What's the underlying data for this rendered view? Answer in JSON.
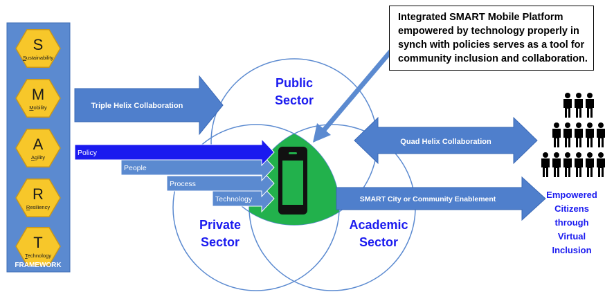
{
  "framework": {
    "items": [
      {
        "letter": "S",
        "word": "Sustainability"
      },
      {
        "letter": "M",
        "word": "Mobility"
      },
      {
        "letter": "A",
        "word": "Agility"
      },
      {
        "letter": "R",
        "word": "Resiliency"
      },
      {
        "letter": "T",
        "word": "Technology"
      }
    ],
    "label": "FRAMEWORK"
  },
  "arrows": {
    "triple_helix": "Triple Helix Collaboration",
    "quad_helix": "Quad Helix Collaboration",
    "smart_city": "SMART City or Community Enablement"
  },
  "inputs": [
    "Policy",
    "People",
    "Process",
    "Technology"
  ],
  "sectors": {
    "public": [
      "Public",
      "Sector"
    ],
    "private": [
      "Private",
      "Sector"
    ],
    "academic": [
      "Academic",
      "Sector"
    ]
  },
  "callout": [
    "Integrated SMART Mobile Platform",
    "empowered by technology properly in",
    "synch with policies serves as a tool for",
    "community inclusion and collaboration."
  ],
  "citizens": [
    "Empowered",
    "Citizens",
    "through",
    "Virtual",
    "Inclusion"
  ],
  "colors": {
    "hexagon": "#f7c72a",
    "hexagon_edge": "#c8961a",
    "framework_panel": "#5b8ad0",
    "arrow": "#4f7fcc",
    "policy_arrow": "#1a1aef",
    "sector_text": "#1a1aef",
    "center_green": "#22b14c",
    "phone_screen": "#22b14c"
  },
  "icons": {
    "phone": "smartphone-icon",
    "citizens": "people-crowd-icon"
  }
}
